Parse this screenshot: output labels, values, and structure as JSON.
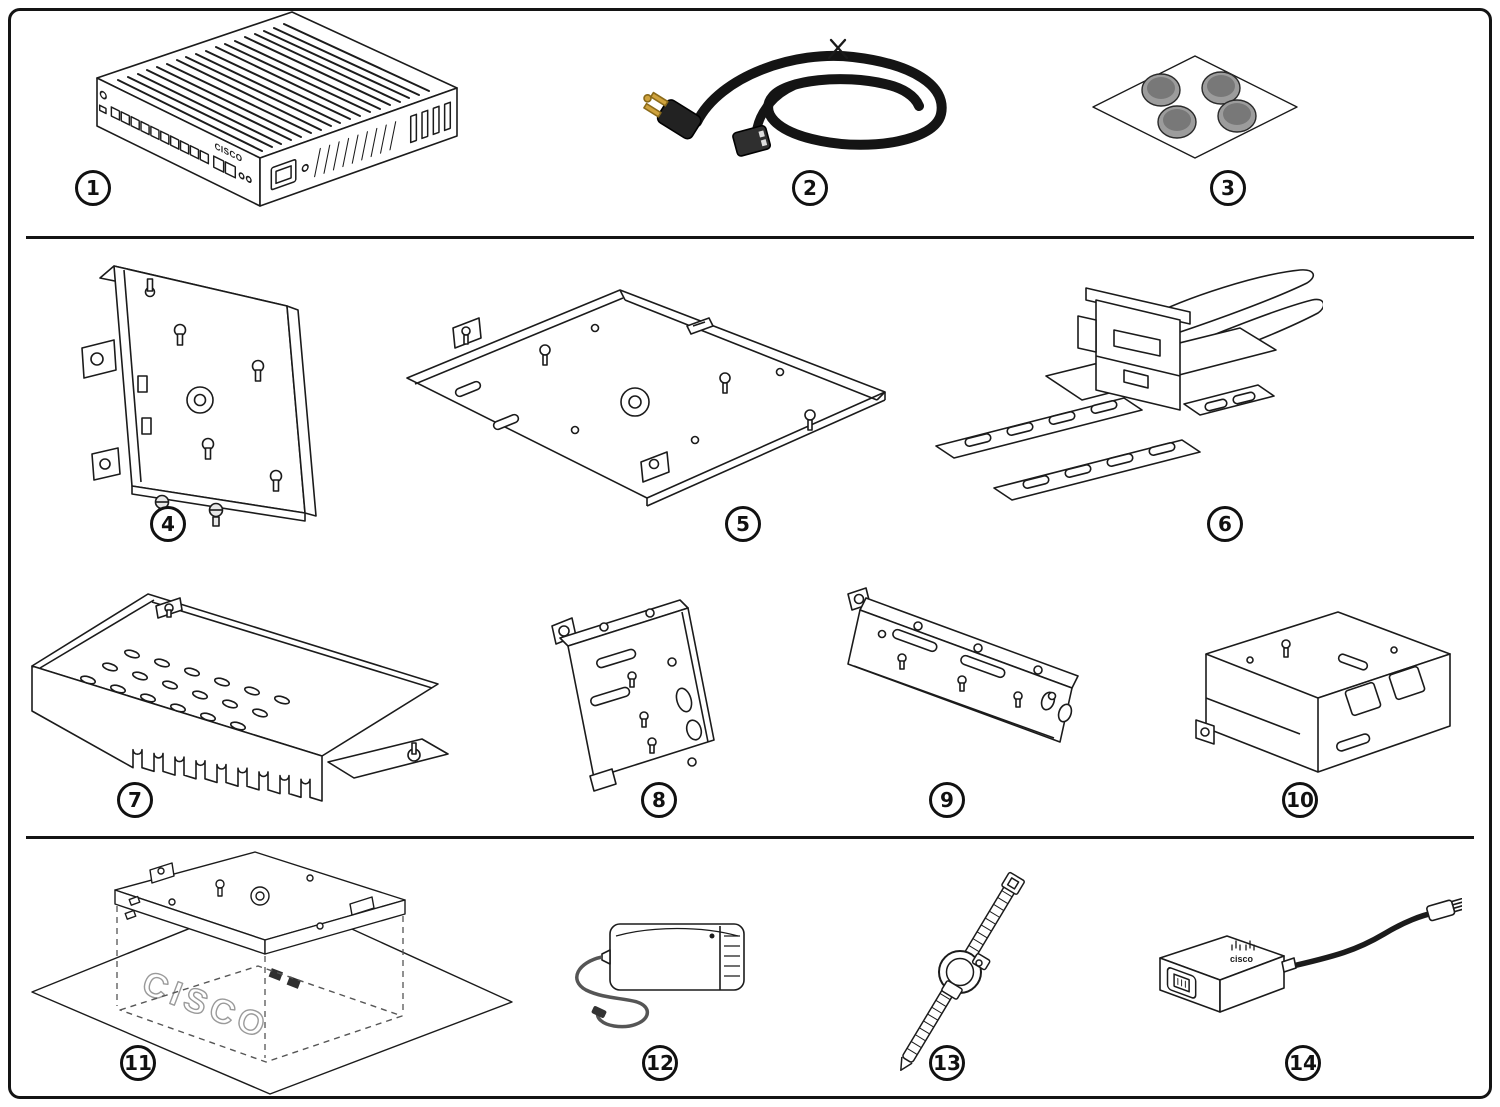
{
  "figure": {
    "type": "hardware-packout-diagram",
    "items": [
      {
        "label": "1",
        "name": "network-switch",
        "logo_text": "CISCO"
      },
      {
        "label": "2",
        "name": "ac-power-cord"
      },
      {
        "label": "3",
        "name": "rubber-feet-sheet"
      },
      {
        "label": "4",
        "name": "wall-mount-bracket"
      },
      {
        "label": "5",
        "name": "mounting-tray"
      },
      {
        "label": "6",
        "name": "rail-mount-with-levers"
      },
      {
        "label": "7",
        "name": "cable-guard"
      },
      {
        "label": "8",
        "name": "rack-mount-bracket-short"
      },
      {
        "label": "9",
        "name": "rack-mount-bracket-long"
      },
      {
        "label": "10",
        "name": "rack-adapter-bracket"
      },
      {
        "label": "11",
        "name": "table-mount-tray",
        "engraved_text": "CISCO"
      },
      {
        "label": "12",
        "name": "power-adapter"
      },
      {
        "label": "13",
        "name": "cable-tie-with-clamp"
      },
      {
        "label": "14",
        "name": "power-cord-adapter",
        "logo_text": "cisco"
      }
    ]
  }
}
